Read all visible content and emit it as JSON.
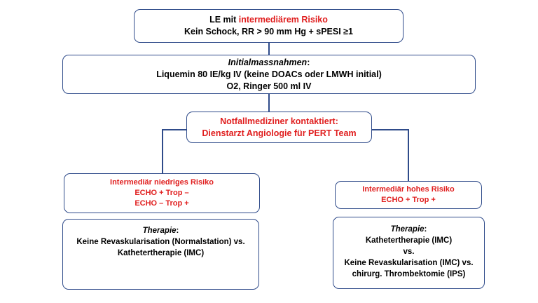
{
  "colors": {
    "border": "#2f4b8a",
    "connector": "#2f4b8a",
    "highlight": "#e01e1e",
    "text": "#000000"
  },
  "box_risk": {
    "line1_prefix": "LE mit ",
    "line1_highlight": "intermediärem Risiko",
    "line2": "Kein Schock, RR > 90 mm Hg + sPESI ≥1"
  },
  "box_initial": {
    "heading": "Initialmassnahmen",
    "heading_suffix": ":",
    "line1": "Liquemin 80 IE/kg IV (keine DOACs oder LMWH initial)",
    "line2": "O2, Ringer 500 ml IV"
  },
  "box_contact": {
    "line1": "Notfallmediziner kontaktiert:",
    "line2": "Dienstarzt Angiologie für PERT Team"
  },
  "box_low_risk": {
    "line1": "Intermediär niedriges Risiko",
    "line2": "ECHO + Trop –",
    "line3": "ECHO – Trop +"
  },
  "box_high_risk": {
    "line1": "Intermediär hohes Risiko",
    "line2": "ECHO + Trop +"
  },
  "box_therapy_low": {
    "heading": "Therapie",
    "heading_suffix": ":",
    "line1": "Keine Revaskularisation (Normalstation) vs.",
    "line2": "Kathetertherapie (IMC)"
  },
  "box_therapy_high": {
    "heading": "Therapie",
    "heading_suffix": ":",
    "line1": "Kathetertherapie (IMC)",
    "line2": "vs.",
    "line3": "Keine Revaskularisation (IMC) vs.",
    "line4": "chirurg. Thrombektomie (IPS)"
  }
}
